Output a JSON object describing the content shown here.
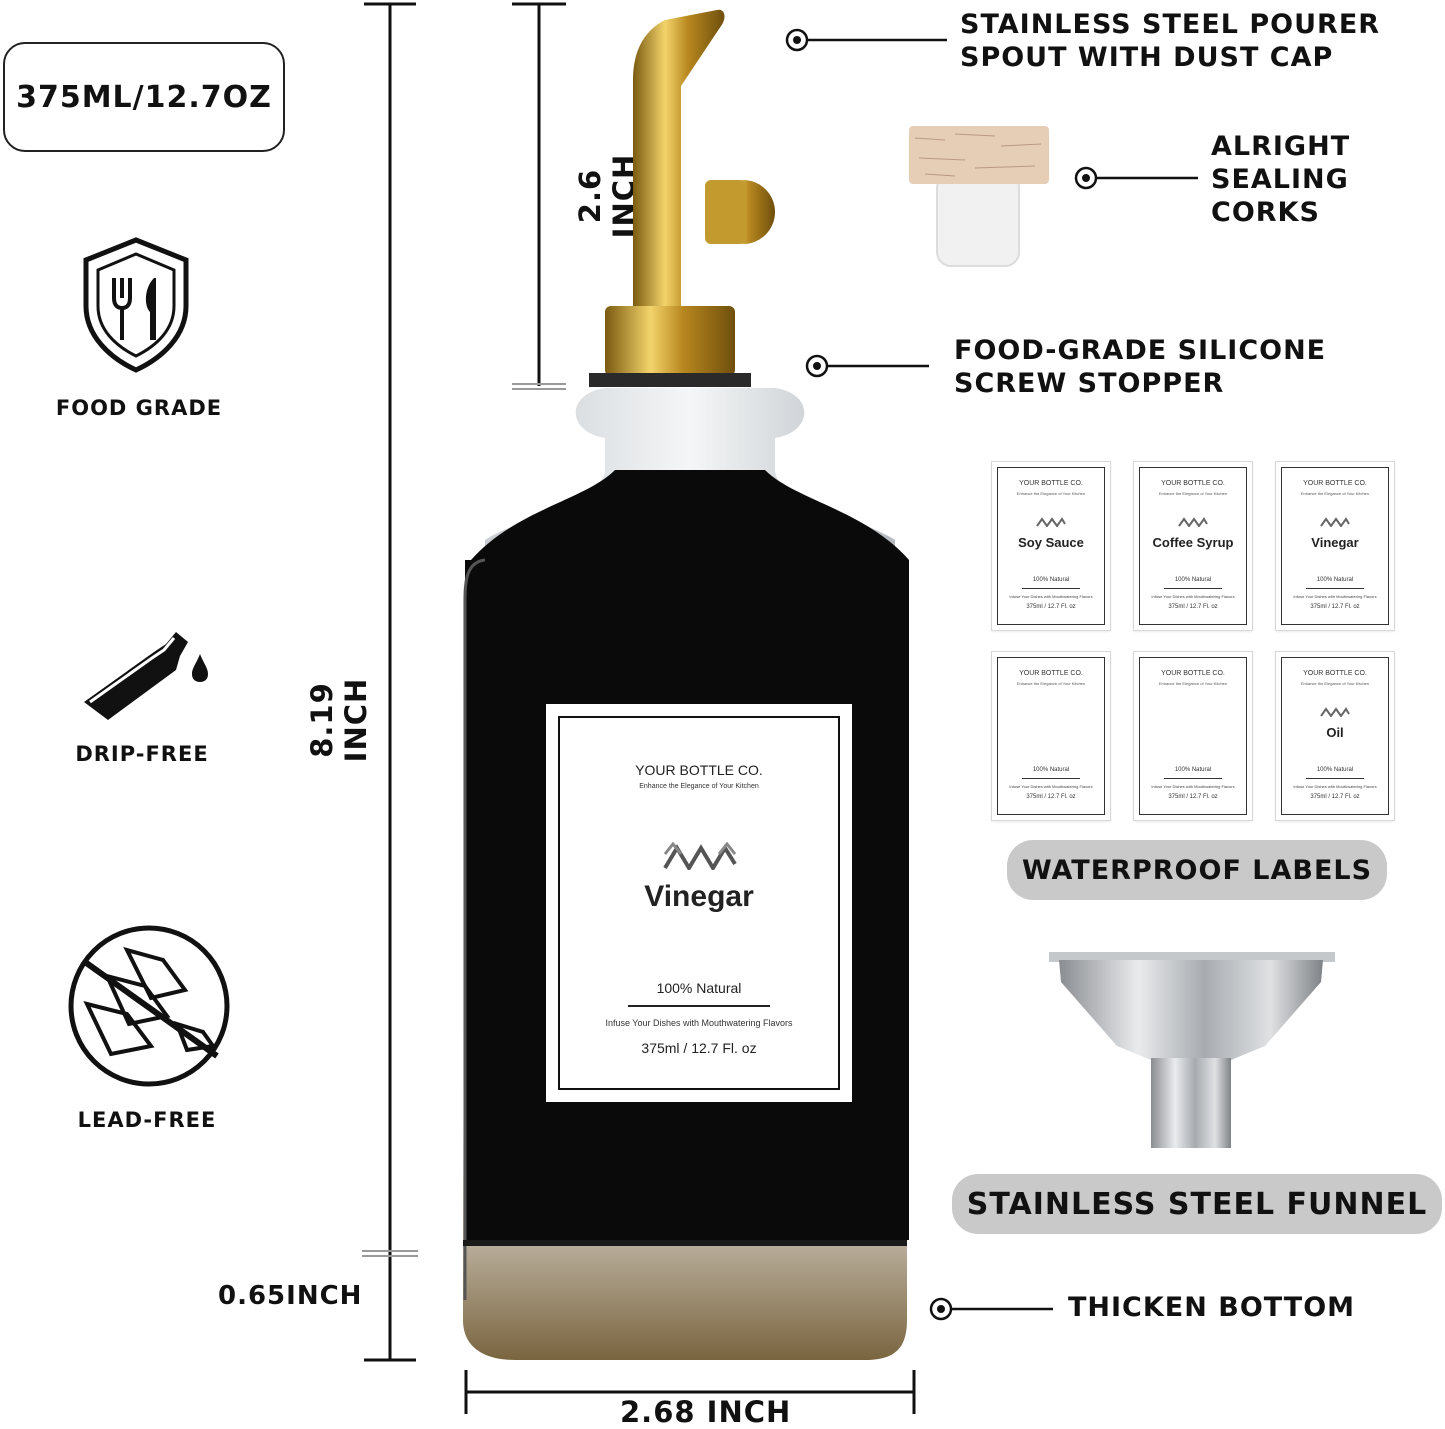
{
  "capacity": "375ML/12.7OZ",
  "features": [
    {
      "label": "FOOD GRADE",
      "icon": "shield-cutlery-icon"
    },
    {
      "label": "DRIP-FREE",
      "icon": "pouring-bottle-icon"
    },
    {
      "label": "LEAD-FREE",
      "icon": "no-lead-icon"
    }
  ],
  "dimensions": {
    "height": "8.19 INCH",
    "spout": "2.6 INCH",
    "bottom": "0.65INCH",
    "width": "2.68 INCH"
  },
  "callouts": {
    "pourer": [
      "STAINLESS STEEL POURER",
      "SPOUT WITH DUST CAP"
    ],
    "corks": [
      "ALRIGHT",
      "SEALING",
      "CORKS"
    ],
    "stopper": [
      "FOOD-GRADE SILICONE",
      "SCREW STOPPER"
    ],
    "bottom": "THICKEN BOTTOM"
  },
  "label": {
    "brand": "YOUR BOTTLE CO.",
    "tagline": "Enhance the Elegance of Your Kitchen",
    "name": "Vinegar",
    "natural": "100% Natural",
    "infuse": "Infuse Your Dishes with Mouthwatering Flavors",
    "volume": "375ml / 12.7 Fl. oz"
  },
  "mini_labels": [
    {
      "name": "Soy Sauce"
    },
    {
      "name": "Coffee Syrup"
    },
    {
      "name": "Vinegar"
    },
    {
      "name": ""
    },
    {
      "name": ""
    },
    {
      "name": "Oil"
    }
  ],
  "accessories": {
    "labels_pill": "WATERPROOF LABELS",
    "funnel_pill": "STAINLESS STEEL FUNNEL"
  },
  "colors": {
    "gold": "#c9a227",
    "liquid": "#0a0a0a",
    "pill": "#c9c9c9"
  }
}
